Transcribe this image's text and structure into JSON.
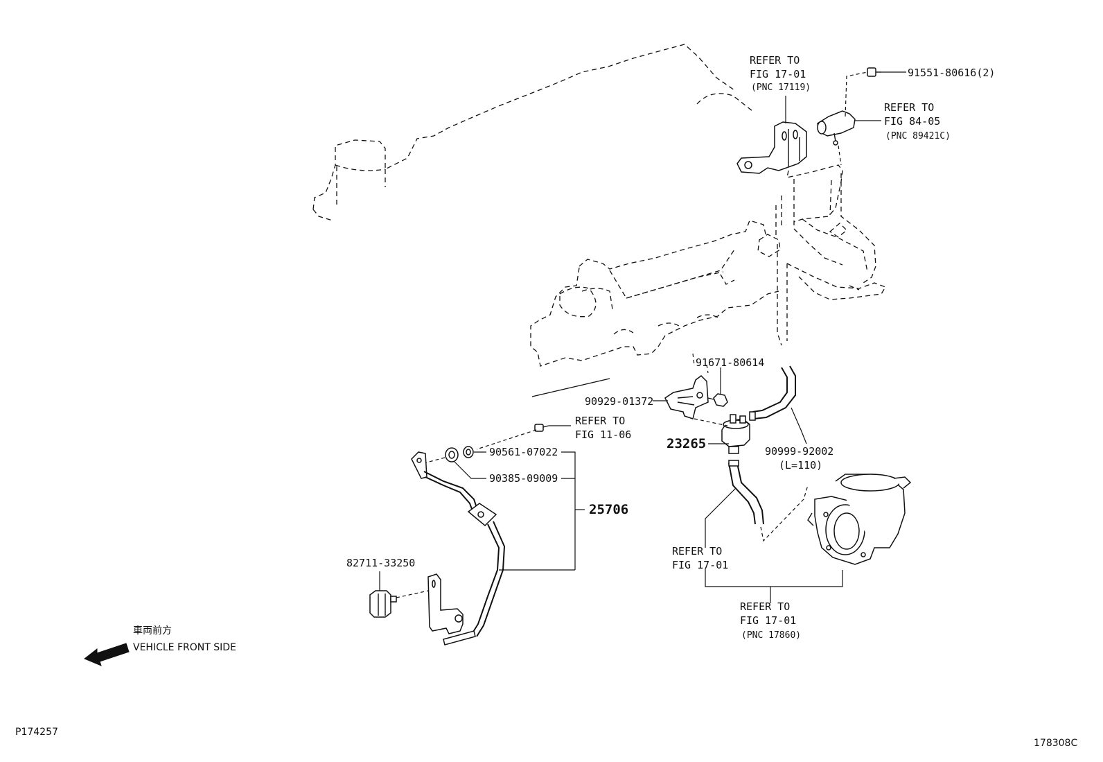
{
  "labels": {
    "refer_17_01_top": {
      "line1": "REFER TO",
      "line2": "FIG 17-01",
      "pnc": "(PNC 17119)"
    },
    "part_91551": "91551-80616(2)",
    "refer_84_05": {
      "line1": "REFER TO",
      "line2": "FIG 84-05",
      "pnc": "(PNC 89421C)"
    },
    "part_91671": "91671-80614",
    "part_90929": "90929-01372",
    "refer_11_06": {
      "line1": "REFER TO",
      "line2": "FIG 11-06"
    },
    "part_23265": "23265",
    "part_90999": "90999-92002",
    "part_90999_len": "(L=110)",
    "part_90561": "90561-07022",
    "part_90385": "90385-09009",
    "part_25706": "25706",
    "part_82711": "82711-33250",
    "refer_17_01_mid": {
      "line1": "REFER TO",
      "line2": "FIG 17-01"
    },
    "refer_17_01_bottom": {
      "line1": "REFER TO",
      "line2": "FIG 17-01",
      "pnc": "(PNC 17860)"
    }
  },
  "direction": {
    "jp": "車両前方",
    "en": "VEHICLE FRONT SIDE",
    "icon": "arrow-left-icon"
  },
  "footer": {
    "left_code": "P174257",
    "right_code": "178308C"
  }
}
